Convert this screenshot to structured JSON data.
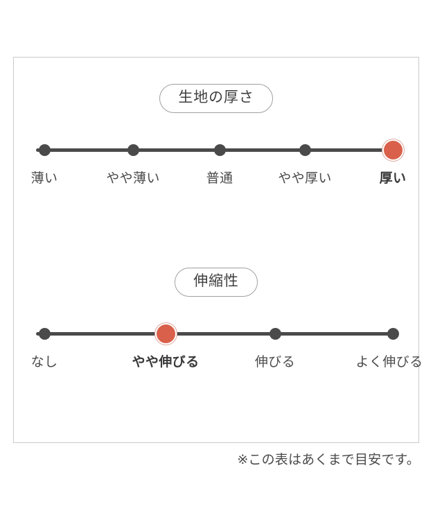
{
  "card": {
    "sections": [
      {
        "id": "thickness",
        "heading": "生地の厚さ",
        "scale": {
          "steps": [
            "薄い",
            "やや薄い",
            "普通",
            "やや厚い",
            "厚い"
          ],
          "selected_index": 4,
          "selected_label": "厚い"
        }
      },
      {
        "id": "stretch",
        "heading": "伸縮性",
        "scale": {
          "steps": [
            "なし",
            "やや伸びる",
            "伸びる",
            "よく伸びる"
          ],
          "selected_index": 1,
          "selected_label": "やや伸びる"
        }
      }
    ]
  },
  "footnote": "※この表はあくまで目安です。",
  "colors": {
    "accent": "#d9604a",
    "accent_ring": "#dba79b",
    "track": "#4a4a4a",
    "node": "#4a4a4a",
    "card_border": "#c9c9c9",
    "pill_border": "#a0a0a0",
    "text": "#4a4a4a",
    "background": "#ffffff"
  }
}
